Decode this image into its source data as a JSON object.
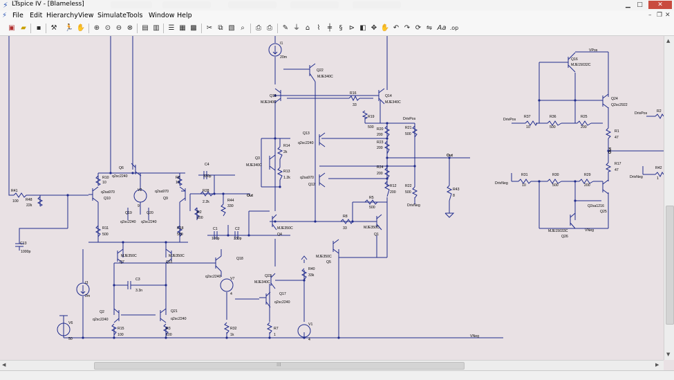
{
  "window": {
    "title": "LTspice IV - [Blameless]",
    "colors": {
      "background": "#e9e1e4",
      "wire": "#1e2a8c",
      "component": "#1e2a8c",
      "text": "#000000"
    }
  },
  "menu": [
    "File",
    "Edit",
    "Hierarchy",
    "View",
    "Simulate",
    "Tools",
    "Window",
    "Help"
  ],
  "toolbar_icons": [
    "new-schematic",
    "open",
    "save",
    "control-panel",
    "run",
    "halt",
    "zoom-in",
    "pan",
    "zoom-out",
    "zoom-fit",
    "autoscale",
    "tile-horizontal",
    "tile-vertical",
    "close-window",
    "cut",
    "copy",
    "find",
    "print-setup",
    "print",
    "wire",
    "ground",
    "label-net",
    "resistor",
    "capacitor",
    "inductor",
    "diode",
    "component",
    "move",
    "drag",
    "undo",
    "redo",
    "rotate",
    "mirror",
    "text",
    "spice-directive"
  ],
  "schematic": {
    "labels": {
      "out1": "Out",
      "out2": "Out",
      "out3": "Out",
      "vneg1": "VNeg",
      "vneg2": "VNeg",
      "vpos": "VPos",
      "drivpos1": "DrivPos",
      "drivpos2": "DrivPos",
      "drivpos3": "DrivPos",
      "drivneg1": "DrivNeg",
      "drivneg2": "DrivNeg",
      "drivneg3": "DrivNeg"
    },
    "parts": {
      "R41": {
        "name": "R41",
        "value": "100"
      },
      "R48": {
        "name": "R48",
        "value": "22k"
      },
      "C13": {
        "name": "C13",
        "value": "1000p"
      },
      "R10a": {
        "name": "R10",
        "value": "10"
      },
      "Q10": {
        "name": "Q10",
        "model": "q2sa970"
      },
      "Q6": {
        "name": "Q6",
        "model": "q2sc2240"
      },
      "V2": {
        "name": "V2",
        "value": "9"
      },
      "R6": {
        "name": "R6",
        "value": "10"
      },
      "Q9": {
        "name": "Q9",
        "model": "q2sa970"
      },
      "R11": {
        "name": "R11",
        "value": "500"
      },
      "Q19": {
        "name": "Q19",
        "model": "q2sc2240"
      },
      "Q20": {
        "name": "Q20",
        "model": "q2sc2240"
      },
      "R18": {
        "name": "R18",
        "value": "500"
      },
      "Q7": {
        "name": "Q7",
        "model": "MJE350C"
      },
      "Q11": {
        "name": "Q11",
        "model": "MJE350C"
      },
      "C3": {
        "name": "C3",
        "value": "3.3n"
      },
      "I3": {
        "name": "I3",
        "value": "2m"
      },
      "V6": {
        "name": "V6",
        "value": "50"
      },
      "Q2": {
        "name": "Q2",
        "model": "q2sc2240"
      },
      "Q21": {
        "name": "Q21",
        "model": "q2sc2240"
      },
      "R15": {
        "name": "R15",
        "value": "100"
      },
      "R3": {
        "name": "R3",
        "value": "100"
      },
      "C4": {
        "name": "C4",
        "value": "330p"
      },
      "R28": {
        "name": "R28",
        "value": "2.2k"
      },
      "R2": {
        "name": "R2",
        "value": "100"
      },
      "R44": {
        "name": "R44",
        "value": "330"
      },
      "C1": {
        "name": "C1",
        "value": "100p"
      },
      "C2": {
        "name": "C2",
        "value": "330p"
      },
      "Q18": {
        "name": "Q18",
        "model": "q2sc2240"
      },
      "V7": {
        "name": "V7",
        "value": "4"
      },
      "R32": {
        "name": "R32",
        "value": "1k"
      },
      "I1": {
        "name": "I1",
        "value": "20m"
      },
      "Q22": {
        "name": "Q22",
        "model": "MJE340C"
      },
      "Q15": {
        "name": "Q15",
        "model": "MJE340C"
      },
      "R16": {
        "name": "R16",
        "value": "33"
      },
      "Q14": {
        "name": "Q14",
        "model": "MJE340C"
      },
      "R19": {
        "name": "R19",
        "value": "500"
      },
      "R20": {
        "name": "R20",
        "value": "200"
      },
      "R21": {
        "name": "R21",
        "value": "500"
      },
      "Q13": {
        "name": "Q13",
        "model": "q2sc2240"
      },
      "R23": {
        "name": "R23",
        "value": "200"
      },
      "R14": {
        "name": "R14",
        "value": "2k"
      },
      "Q3": {
        "name": "Q3",
        "model": "MJE340C"
      },
      "R13": {
        "name": "R13",
        "value": "1.2k"
      },
      "R24": {
        "name": "R24",
        "value": "200"
      },
      "Q12": {
        "name": "Q12",
        "model": "q2sa970"
      },
      "R12": {
        "name": "R12",
        "value": "200"
      },
      "R22": {
        "name": "R22",
        "value": "500"
      },
      "R43": {
        "name": "R43",
        "value": "8"
      },
      "R5": {
        "name": "R5",
        "value": "500"
      },
      "Q4": {
        "name": "Q4",
        "model": "MJE350C"
      },
      "R8": {
        "name": "R8",
        "value": "33"
      },
      "Q1": {
        "name": "Q1",
        "model": "MJE350C"
      },
      "Q5": {
        "name": "Q5",
        "model": "MJE350C"
      },
      "R40": {
        "name": "R40",
        "value": "33k"
      },
      "Q23": {
        "name": "Q23",
        "model": "MJE340C"
      },
      "Q17": {
        "name": "Q17",
        "model": "q2sc2240"
      },
      "R7": {
        "name": "R7",
        "value": "1"
      },
      "V1": {
        "name": "V1",
        "value": "4"
      },
      "Q16": {
        "name": "Q16",
        "model": "MJE15032C"
      },
      "Q24": {
        "name": "Q24",
        "model": "Q2sc2922"
      },
      "R37": {
        "name": "R37",
        "value": "10"
      },
      "R36": {
        "name": "R36",
        "value": "500"
      },
      "R25": {
        "name": "R25",
        "value": "200"
      },
      "R1": {
        "name": "R1",
        "value": "47"
      },
      "Ra": {
        "name": "R2",
        "value": ""
      },
      "R17": {
        "name": "R17",
        "value": "47"
      },
      "R31": {
        "name": "R31",
        "value": "10"
      },
      "R30": {
        "name": "R30",
        "value": "500"
      },
      "R29": {
        "name": "R29",
        "value": "200"
      },
      "R42": {
        "name": "R42",
        "value": "1"
      },
      "Q25": {
        "name": "Q25",
        "model": "Q2sa1216"
      },
      "Q26": {
        "name": "Q26",
        "model": "MJE15033C"
      }
    }
  }
}
